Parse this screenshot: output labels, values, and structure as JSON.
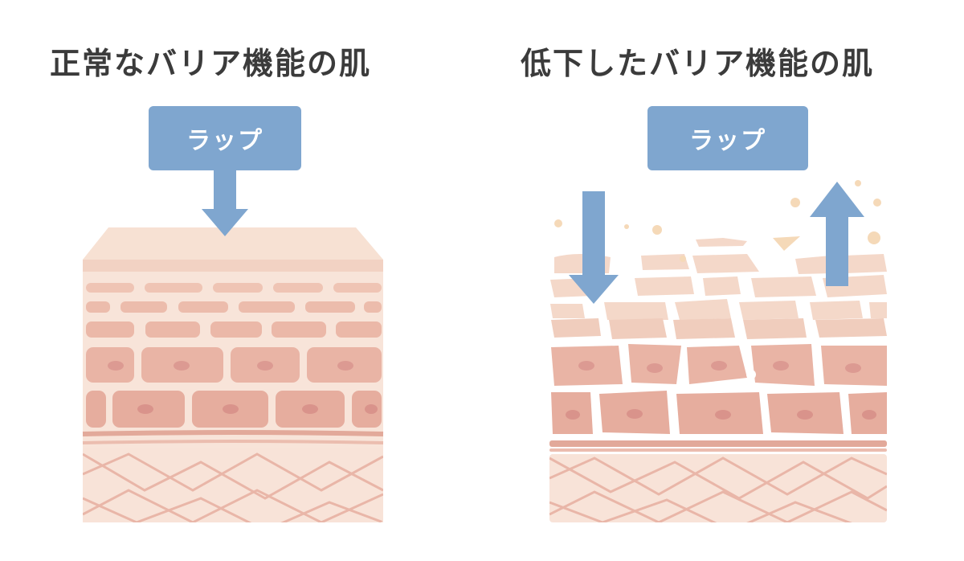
{
  "left_panel": {
    "title": "正常なバリア機能の肌",
    "label": "ラップ"
  },
  "right_panel": {
    "title": "低下したバリア機能の肌",
    "label": "ラップ"
  },
  "colors": {
    "arrow": "#7fa6cf",
    "skin_top": "#f6dccd",
    "cell_light": "#f3c9b9",
    "cell": "#e9b3a4",
    "nucleus": "#dc9a92",
    "dermis": "#f8e2d7",
    "dermis_line": "#e7b0a2",
    "particle": "#f5d9b8"
  }
}
